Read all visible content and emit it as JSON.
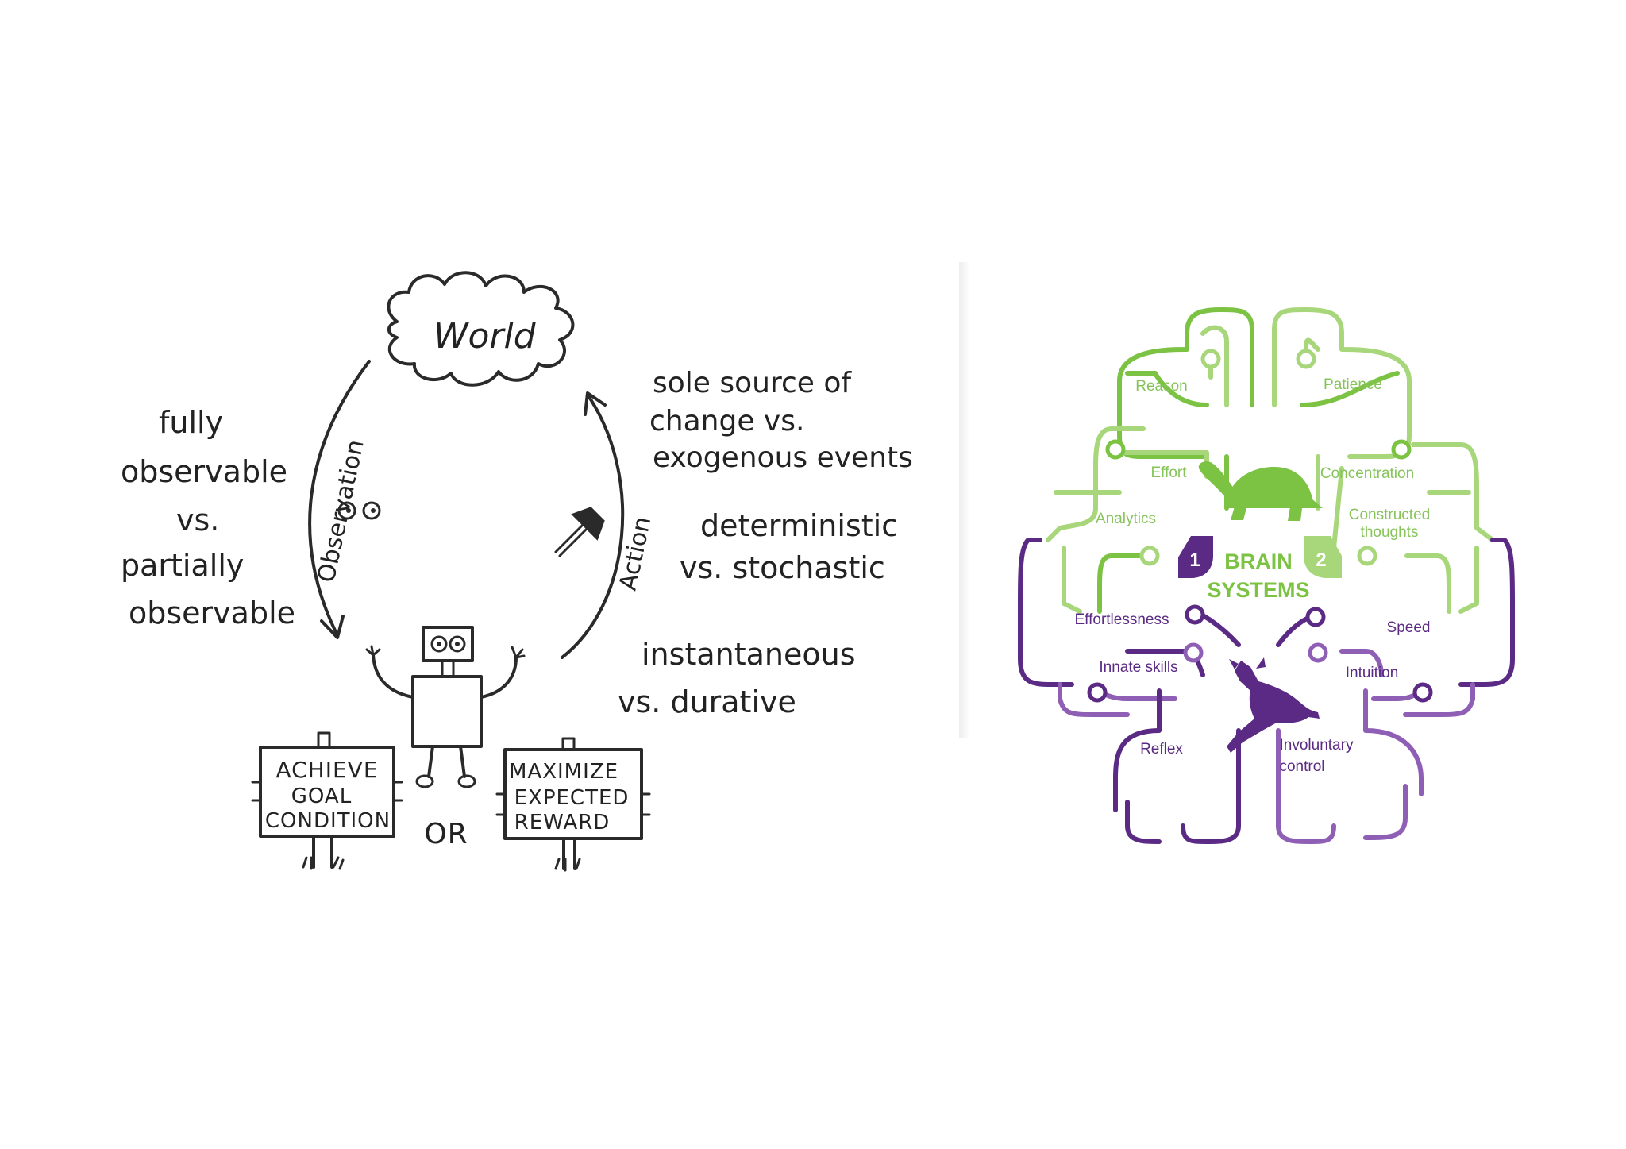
{
  "agent_diagram": {
    "world": "World",
    "observation": "Observation",
    "action": "Action",
    "left_text": [
      "fully",
      "observable",
      "vs.",
      "partially",
      "observable"
    ],
    "right_top": [
      "sole source of",
      "change vs.",
      "exogenous events"
    ],
    "right_mid": [
      "deterministic",
      "vs. stochastic"
    ],
    "right_bottom": [
      "instantaneous",
      "vs. durative"
    ],
    "sign_left": [
      "ACHIEVE",
      "GOAL",
      "CONDITION"
    ],
    "or_label": "OR",
    "sign_right": [
      "MAXIMIZE",
      "EXPECTED",
      "REWARD"
    ]
  },
  "brain_diagram": {
    "title_line1": "BRAIN",
    "title_line2": "SYSTEMS",
    "badge_1": "1",
    "badge_2": "2",
    "system2_labels": {
      "reason": "Reason",
      "patience": "Patience",
      "effort": "Effort",
      "concentration": "Concentration",
      "analytics": "Analytics",
      "constructed_line1": "Constructed",
      "constructed_line2": "thoughts"
    },
    "system1_labels": {
      "effortlessness": "Effortlessness",
      "speed": "Speed",
      "innate_skills": "Innate skills",
      "intuition": "Intuition",
      "reflex": "Reflex",
      "involuntary_line1": "Involuntary",
      "involuntary_line2": "control"
    },
    "colors": {
      "system2_green": "#7cc243",
      "system2_light_green": "#a8d67a",
      "system1_purple": "#5a2a84",
      "system1_light_purple": "#8e5fb5"
    },
    "icons": [
      "turtle-icon",
      "rabbit-icon"
    ]
  }
}
